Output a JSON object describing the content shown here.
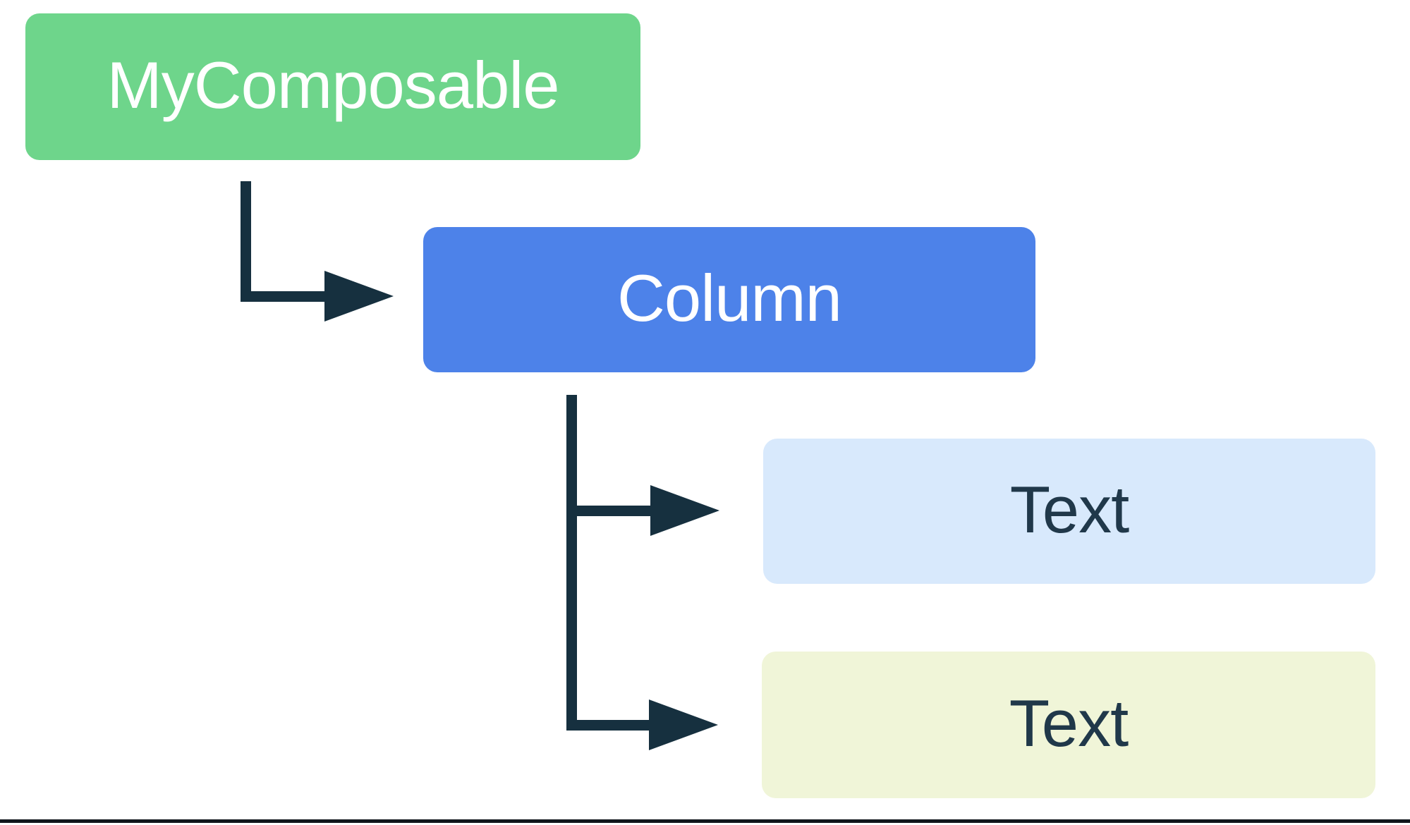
{
  "diagram": {
    "background": "#FFFFFF",
    "connector_color": "#16303F",
    "bottom_rule_color": "#10151B",
    "nodes": [
      {
        "id": "my_composable",
        "label": "MyComposable",
        "fill": "#6ED58B",
        "text_color": "#FFFFFF"
      },
      {
        "id": "column",
        "label": "Column",
        "fill": "#4D82E9",
        "text_color": "#FFFFFF"
      },
      {
        "id": "text_1",
        "label": "Text",
        "fill": "#D8E9FC",
        "text_color": "#20384A"
      },
      {
        "id": "text_2",
        "label": "Text",
        "fill": "#F0F5D8",
        "text_color": "#20384A"
      }
    ],
    "edges": [
      {
        "from": "my_composable",
        "to": "column"
      },
      {
        "from": "column",
        "to": "text_1"
      },
      {
        "from": "column",
        "to": "text_2"
      }
    ]
  }
}
